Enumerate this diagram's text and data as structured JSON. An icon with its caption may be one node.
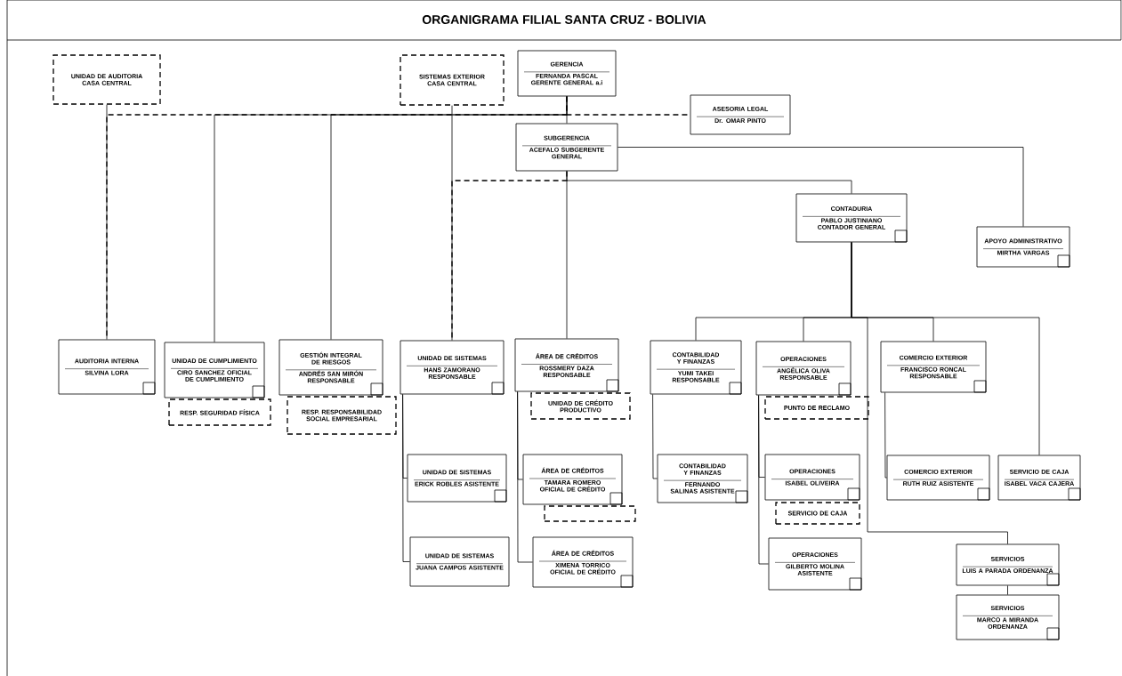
{
  "diagram": {
    "title": "ORGANIGRAMA FILIAL SANTA CRUZ - BOLIVIA",
    "nodes": [
      {
        "text": [
          "UNIDAD DE AUDITORIA CASA CENTRAL"
        ]
      },
      {
        "text": [
          "SISTEMAS EXTERIOR CASA CENTRAL"
        ]
      },
      {
        "text": [
          "GERENCIA",
          "FERNANDA PASCAL GERENTE GENERAL a.i"
        ]
      },
      {
        "text": [
          "ASESORIA LEGAL",
          "Dr. OMAR PINTO"
        ]
      },
      {
        "text": [
          "SUBGERENCIA",
          "ACEFALO SUBGERENTE GENERAL"
        ]
      },
      {
        "text": [
          "CONTADURIA",
          "PABLO JUSTINIANO CONTADOR GENERAL"
        ]
      },
      {
        "text": [
          "APOYO ADMINISTRATIVO",
          "MIRTHA VARGAS"
        ]
      },
      {
        "text": [
          "AUDITORIA INTERNA",
          "SILVINA LORA"
        ]
      },
      {
        "text": [
          "UNIDAD DE CUMPLIMIENTO",
          "CIRO SANCHEZ OFICIAL DE CUMPLIMIENTO"
        ]
      },
      {
        "text": [
          "RESP. SEGURIDAD FÍSICA"
        ]
      },
      {
        "text": [
          "GESTIÓN INTEGRAL DE RIESGOS",
          "ANDRÉS SAN MIRÓN RESPONSABLE"
        ]
      },
      {
        "text": [
          "RESP. RESPONSABILIDAD SOCIAL EMPRESARIAL"
        ]
      },
      {
        "text": [
          "UNIDAD DE SISTEMAS",
          "HANS ZAMORANO RESPONSABLE"
        ]
      },
      {
        "text": [
          "ÁREA DE CRÉDITOS",
          "ROSSMERY DAZA RESPONSABLE"
        ]
      },
      {
        "text": [
          "UNIDAD DE CRÉDITO PRODUCTIVO"
        ]
      },
      {
        "text": [
          "CONTABILIDAD Y FINANZAS",
          "YUMI TAKEI RESPONSABLE"
        ]
      },
      {
        "text": [
          "OPERACIONES",
          "ANGÉLICA OLIVA RESPONSABLE"
        ]
      },
      {
        "text": [
          "PUNTO DE RECLAMO"
        ]
      },
      {
        "text": [
          "COMERCIO EXTERIOR",
          "FRANCISCO RONCAL RESPONSABLE"
        ]
      },
      {
        "text": [
          "UNIDAD DE SISTEMAS",
          "ERICK ROBLES ASISTENTE"
        ]
      },
      {
        "text": [
          "ÁREA DE CRÉDITOS",
          "TAMARA ROMERO OFICIAL DE CRÉDITO"
        ]
      },
      {
        "text": [],
        "shape": "box"
      },
      {
        "text": [
          "CONTABILIDAD Y FINANZAS",
          "FERNANDO SALINAS ASISTENTE"
        ]
      },
      {
        "text": [
          "OPERACIONES",
          "ISABEL OLIVEIRA"
        ]
      },
      {
        "text": [
          "SERVICIO DE CAJA"
        ]
      },
      {
        "text": [
          "COMERCIO EXTERIOR",
          "RUTH RUIZ ASISTENTE"
        ]
      },
      {
        "text": [
          "SERVICIO DE CAJA",
          "ISABEL VACA CAJERA"
        ]
      },
      {
        "text": [
          "UNIDAD DE SISTEMAS",
          "JUANA CAMPOS ASISTENTE"
        ]
      },
      {
        "text": [
          "ÁREA DE CRÉDITOS",
          "XIMENA TORRICO OFICIAL DE CRÉDITO"
        ]
      },
      {
        "text": [
          "OPERACIONES",
          "GILBERTO MOLINA ASISTENTE"
        ]
      },
      {
        "text": [
          "SERVICIOS",
          "LUIS A PARADA ORDENANZA"
        ]
      },
      {
        "text": [
          "SERVICIOS",
          "MARCO A MIRANDA ORDENANZA"
        ]
      }
    ],
    "edges": [
      {
        "from": 0,
        "to": 7,
        "arrow": "none"
      },
      {
        "from": 2,
        "to": 7,
        "arrow": "none",
        "style": "dashed"
      },
      {
        "from": 2,
        "to": 8,
        "arrow": "none"
      },
      {
        "from": 2,
        "to": 10,
        "arrow": "none"
      },
      {
        "from": 2,
        "to": 3,
        "arrow": "none",
        "style": "dashed"
      },
      {
        "from": 2,
        "to": 4,
        "arrow": "none"
      },
      {
        "from": 1,
        "to": 12,
        "arrow": "none"
      },
      {
        "from": 4,
        "to": 12,
        "arrow": "none",
        "style": "dashed"
      },
      {
        "from": 4,
        "to": 13,
        "arrow": "none"
      },
      {
        "from": 4,
        "to": 5,
        "arrow": "none"
      },
      {
        "from": 4,
        "to": 6,
        "arrow": "none"
      },
      {
        "from": 5,
        "to": 15,
        "arrow": "none"
      },
      {
        "from": 5,
        "to": 16,
        "arrow": "none"
      },
      {
        "from": 5,
        "to": 18,
        "arrow": "none"
      },
      {
        "from": 5,
        "to": 26,
        "arrow": "none"
      },
      {
        "from": 5,
        "to": 30,
        "arrow": "none"
      },
      {
        "from": 12,
        "to": 19,
        "arrow": "none"
      },
      {
        "from": 12,
        "to": 27,
        "arrow": "none"
      },
      {
        "from": 13,
        "to": 20,
        "arrow": "none"
      },
      {
        "from": 13,
        "to": 28,
        "arrow": "none"
      },
      {
        "from": 15,
        "to": 22,
        "arrow": "none"
      },
      {
        "from": 16,
        "to": 23,
        "arrow": "none"
      },
      {
        "from": 16,
        "to": 29,
        "arrow": "none"
      },
      {
        "from": 18,
        "to": 25,
        "arrow": "none"
      },
      {
        "from": 30,
        "to": 31,
        "arrow": "none"
      }
    ]
  }
}
